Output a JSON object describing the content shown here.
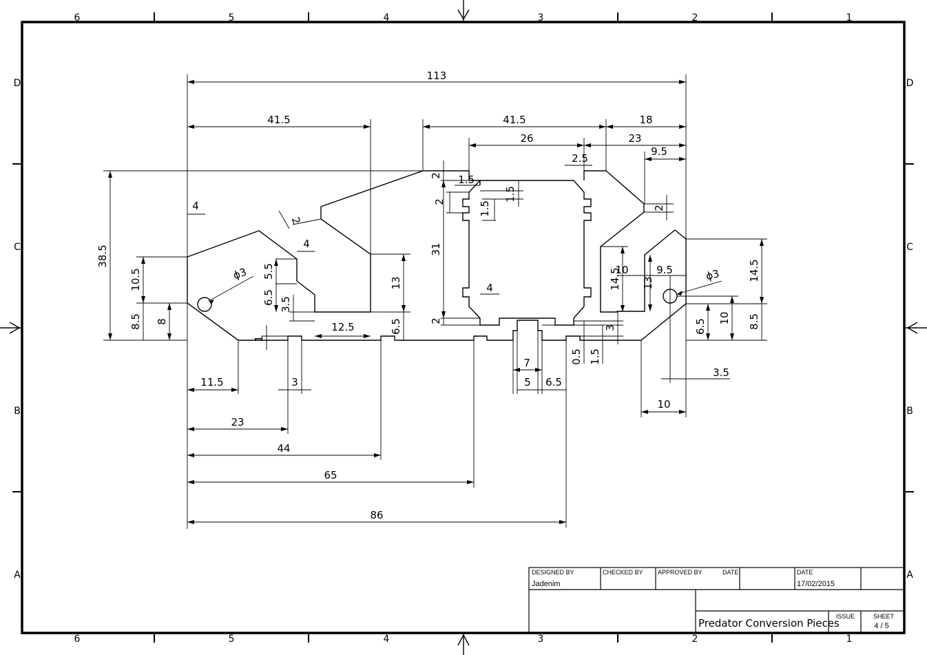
{
  "zones": {
    "columns": [
      "6",
      "5",
      "4",
      "3",
      "2",
      "1"
    ],
    "rows": [
      "D",
      "C",
      "B",
      "A"
    ]
  },
  "title_block": {
    "designed_by_label": "DESIGNED BY",
    "designed_by": "Jadenim",
    "checked_by_label": "CHECKED BY",
    "approved_by_label": "APPROVED BY",
    "date_label_1": "DATE",
    "date_label_2": "DATE",
    "date": "17/02/2015",
    "title": "Predator Conversion Pieces",
    "issue_label": "ISSUE",
    "sheet_label": "SHEET",
    "sheet": "4 / 5"
  },
  "dimensions": {
    "d113": "113",
    "d41_5_left": "41.5",
    "d41_5_mid": "41.5",
    "d18": "18",
    "d26": "26",
    "d23_top": "23",
    "d9_5_top": "9.5",
    "d2_5": "2.5",
    "d38_5": "38.5",
    "d10_5": "10.5",
    "d8_5_left": "8.5",
    "d8_left": "8",
    "d4_left": "4",
    "d4_mid": "4",
    "d2_chamfer": "2",
    "d5_5": "5.5",
    "d6_5_a": "6.5",
    "d3_5_a": "3.5",
    "d13_a": "13",
    "d12_5": "12.5",
    "d6_5_b": "6.5",
    "d1": "1",
    "d11_5": "11.5",
    "d3_a": "3",
    "d23_bottom": "23",
    "d44": "44",
    "d65": "65",
    "d86": "86",
    "d2_a": "2",
    "d1_5_a": "1.5",
    "d2_b": "2",
    "d1_5_b": "1.5",
    "d1_5_c": "1.5",
    "d31": "31",
    "d4_inner": "4",
    "d2_c": "2",
    "d7": "7",
    "d5": "5",
    "d6_5_c": "6.5",
    "d0_5": "0.5",
    "d1_5_d": "1.5",
    "d3_b": "3",
    "d2_d": "2",
    "d10_a": "10",
    "d14_5_a": "14.5",
    "d13_b": "13",
    "d9_5_b": "9.5",
    "d14_5_b": "14.5",
    "d8_5_right": "8.5",
    "d10_b": "10",
    "d6_5_d": "6.5",
    "d3_5_b": "3.5",
    "d10_c": "10",
    "phi_left": "ϕ3",
    "phi_right": "ϕ3"
  }
}
